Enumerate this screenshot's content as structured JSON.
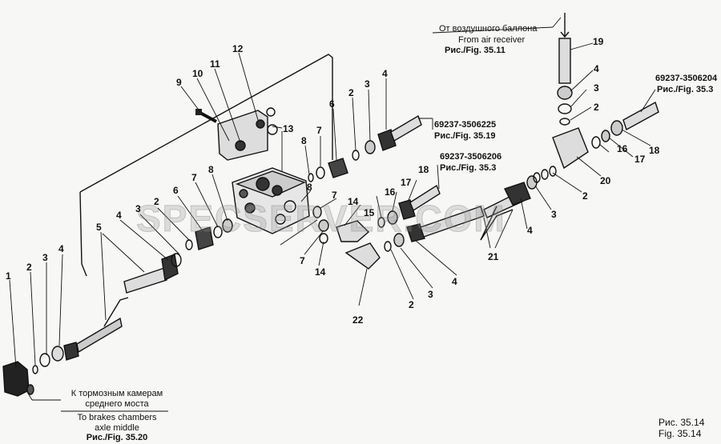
{
  "watermark": "SPECSERVER.COM",
  "callouts": {
    "top_right": {
      "ru": "От воздушного  баллона",
      "en": "From air receiver",
      "ref": "Рис./Fig. 35.11"
    },
    "bottom_left": {
      "ru1": "К тормозным камерам",
      "ru2": "среднего моста",
      "en1": "To brakes chambers",
      "en2": "axle middle",
      "ref": "Рис./Fig. 35.20"
    }
  },
  "part_refs": {
    "r1": {
      "code": "69237-3506225",
      "ref": "Рис./Fig. 35.19"
    },
    "r2": {
      "code": "69237-3506206",
      "ref": "Рис./Fig. 35.3"
    },
    "r3": {
      "code": "69237-3506204",
      "ref": "Рис./Fig. 35.3"
    }
  },
  "caption": {
    "ru": "Рис. 35.14",
    "en": "Fig. 35.14"
  },
  "item_numbers": [
    "1",
    "2",
    "3",
    "4",
    "5",
    "4",
    "3",
    "2",
    "6",
    "7",
    "8",
    "9",
    "10",
    "11",
    "12",
    "13",
    "13",
    "8",
    "7",
    "6",
    "2",
    "3",
    "4",
    "8",
    "8",
    "7",
    "7",
    "14",
    "14",
    "15",
    "16",
    "17",
    "18",
    "2",
    "3",
    "4",
    "22",
    "21",
    "19",
    "4",
    "3",
    "2",
    "17",
    "16",
    "18",
    "20",
    "2",
    "3",
    "4"
  ]
}
